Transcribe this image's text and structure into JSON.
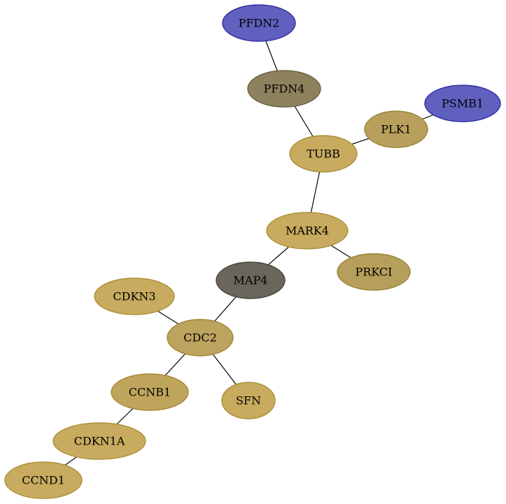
{
  "network": {
    "nodes": [
      {
        "id": "PFDN2",
        "label": "PFDN2",
        "fill": "#6060bf",
        "stroke": "#3030a0"
      },
      {
        "id": "PFDN4",
        "label": "PFDN4",
        "fill": "#8e815e",
        "stroke": "#6a5e3e"
      },
      {
        "id": "PSMB1",
        "label": "PSMB1",
        "fill": "#6060bf",
        "stroke": "#3030a0"
      },
      {
        "id": "PLK1",
        "label": "PLK1",
        "fill": "#b8a05c",
        "stroke": "#9c8538"
      },
      {
        "id": "TUBB",
        "label": "TUBB",
        "fill": "#c8ab5e",
        "stroke": "#ab8f38"
      },
      {
        "id": "MARK4",
        "label": "MARK4",
        "fill": "#c8ab5e",
        "stroke": "#ab8f38"
      },
      {
        "id": "PRKCI",
        "label": "PRKCI",
        "fill": "#b69f5b",
        "stroke": "#9a8437"
      },
      {
        "id": "MAP4",
        "label": "MAP4",
        "fill": "#6b665c",
        "stroke": "#4a463d"
      },
      {
        "id": "CDKN3",
        "label": "CDKN3",
        "fill": "#c8ab5e",
        "stroke": "#ab8f38"
      },
      {
        "id": "CDC2",
        "label": "CDC2",
        "fill": "#bca45e",
        "stroke": "#a08838"
      },
      {
        "id": "CCNB1",
        "label": "CCNB1",
        "fill": "#bfa55c",
        "stroke": "#a38838"
      },
      {
        "id": "SFN",
        "label": "SFN",
        "fill": "#c8ab5e",
        "stroke": "#ab8f38"
      },
      {
        "id": "CDKN1A",
        "label": "CDKN1A",
        "fill": "#c8ab5e",
        "stroke": "#ab8f38"
      },
      {
        "id": "CCND1",
        "label": "CCND1",
        "fill": "#c8ab5e",
        "stroke": "#ab8f38"
      }
    ],
    "edges": [
      {
        "from": "PFDN2",
        "to": "PFDN4"
      },
      {
        "from": "PFDN4",
        "to": "TUBB"
      },
      {
        "from": "PSMB1",
        "to": "PLK1"
      },
      {
        "from": "PLK1",
        "to": "TUBB"
      },
      {
        "from": "TUBB",
        "to": "MARK4"
      },
      {
        "from": "MARK4",
        "to": "PRKCI"
      },
      {
        "from": "MARK4",
        "to": "MAP4"
      },
      {
        "from": "MAP4",
        "to": "CDC2"
      },
      {
        "from": "CDKN3",
        "to": "CDC2"
      },
      {
        "from": "CDC2",
        "to": "CCNB1"
      },
      {
        "from": "CDC2",
        "to": "SFN"
      },
      {
        "from": "CCNB1",
        "to": "CDKN1A"
      },
      {
        "from": "CDKN1A",
        "to": "CCND1"
      }
    ]
  }
}
